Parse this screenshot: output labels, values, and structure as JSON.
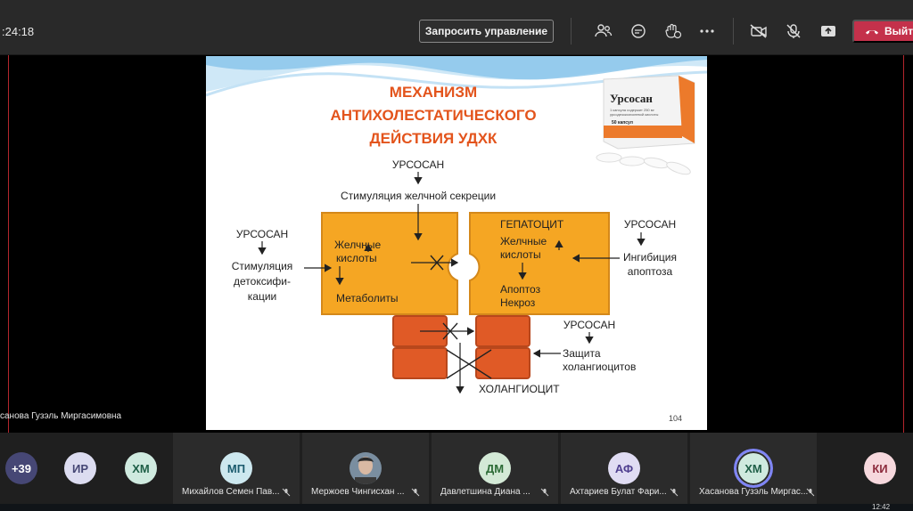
{
  "meeting": {
    "timer": ":24:18",
    "request_control_label": "Запросить управление",
    "leave_label": "Выйти",
    "presenter_name": "санова Гузэль Миргасимовна"
  },
  "colors": {
    "leave": "#c4314b",
    "slide_box": "#f5a623",
    "slide_box_border": "#d4881a",
    "slide_title": "#e3541c",
    "brick": "#e05a26"
  },
  "slide": {
    "title_line1": "МЕХАНИЗМ",
    "title_line2": "АНТИХОЛЕСТАТИЧЕСКОГО",
    "title_line3": "ДЕЙСТВИЯ УДХК",
    "product_name": "Урсосан",
    "product_sub1": "1 капсула содержит 250 мг",
    "product_sub2": "урсодезоксихолевой кислоты",
    "product_count": "50 капсул",
    "ursosan_top": "УРСОСАН",
    "bile_secretion": "Стимуляция желчной секреции",
    "ursosan_left": "УРСОСАН",
    "detox_1": "Стимуляция",
    "detox_2": "детоксифи-",
    "detox_3": "кации",
    "bile_acids_left_1": "Желчные",
    "bile_acids_left_2": "кислоты",
    "metabolites": "Метаболиты",
    "hepatocyte": "ГЕПАТОЦИТ",
    "bile_acids_right_1": "Желчные",
    "bile_acids_right_2": "кислоты",
    "apoptosis_necrosis_1": "Апоптоз",
    "apoptosis_necrosis_2": "Некроз",
    "ursosan_right": "УРСОСАН",
    "apoptosis_inhibition_1": "Ингибиция",
    "apoptosis_inhibition_2": "апоптоза",
    "ursosan_bottom": "УРСОСАН",
    "protection_1": "Защита",
    "protection_2": "холангиоцитов",
    "cholangiocyte": "ХОЛАНГИОЦИТ",
    "page_number": "104"
  },
  "participants": [
    {
      "initials": "+39",
      "name": "",
      "bg": "#464775",
      "fg": "#ffffff"
    },
    {
      "initials": "ИР",
      "name": "",
      "bg": "#dcdcf0",
      "fg": "#464775"
    },
    {
      "initials": "ХМ",
      "name": "",
      "bg": "#cfeadf",
      "fg": "#1f5f47"
    },
    {
      "initials": "МП",
      "name": "Михайлов Семен Пав...",
      "bg": "#cde8ef",
      "fg": "#1c5b6e"
    },
    {
      "initials": "",
      "name": "Мержоев Чингисхан ...",
      "bg": "#7a8ea0",
      "fg": "#ffffff"
    },
    {
      "initials": "ДМ",
      "name": "Давлетшина Диана ...",
      "bg": "#d3e9d6",
      "fg": "#2c6b36"
    },
    {
      "initials": "АФ",
      "name": "Ахтариев Булат Фари...",
      "bg": "#e0dcf3",
      "fg": "#4f3f8f"
    },
    {
      "initials": "ХМ",
      "name": "Хасанова Гузэль Миргас...",
      "bg": "#cfeadf",
      "fg": "#1f5f47"
    },
    {
      "initials": "КИ",
      "name": "",
      "bg": "#f6d8dd",
      "fg": "#8c2b3d"
    }
  ],
  "taskbar": {
    "clock": "12:42"
  }
}
